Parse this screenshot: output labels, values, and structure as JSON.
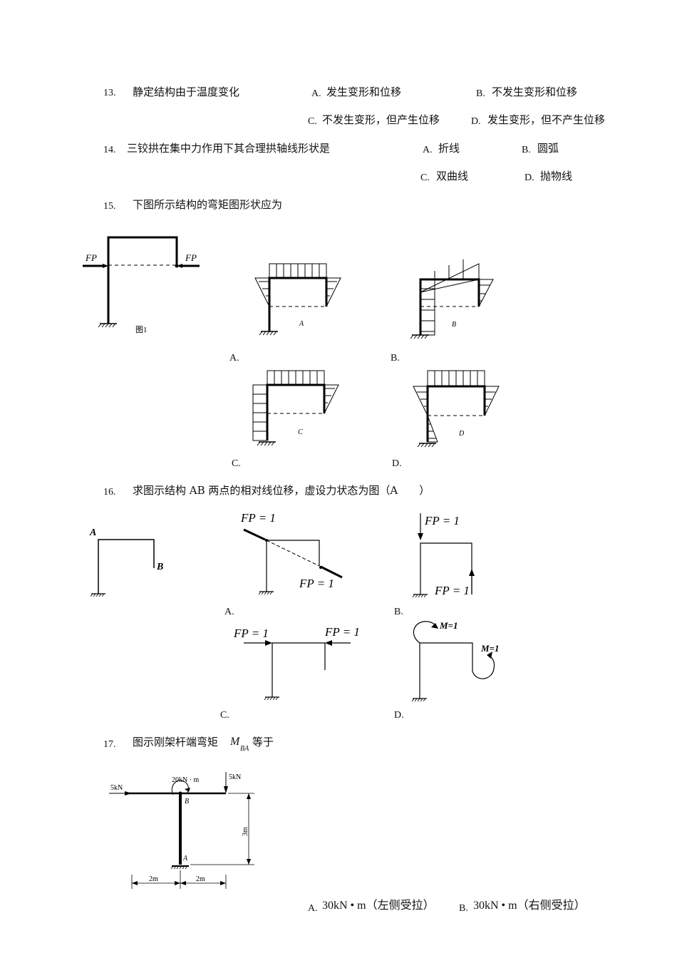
{
  "q13": {
    "number": "13.",
    "stem": "静定结构由于温度变化",
    "options": [
      {
        "letter": "A.",
        "text": "发生变形和位移"
      },
      {
        "letter": "B.",
        "text": "不发生变形和位移"
      },
      {
        "letter": "C.",
        "text": "不发生变形，但产生位移"
      },
      {
        "letter": "D.",
        "text": "发生变形，但不产生位移"
      }
    ]
  },
  "q14": {
    "number": "14.",
    "stem": "三铰拱在集中力作用下其合理拱轴线形状是",
    "options": [
      {
        "letter": "A.",
        "text": "折线"
      },
      {
        "letter": "B.",
        "text": "圆弧"
      },
      {
        "letter": "C.",
        "text": "双曲线"
      },
      {
        "letter": "D.",
        "text": "抛物线"
      }
    ]
  },
  "q15": {
    "number": "15.",
    "stem": "下图所示结构的弯矩图形状应为",
    "figure_caption": "图1",
    "force_label": "FP",
    "diagram_letters": [
      "A",
      "B",
      "C",
      "D"
    ],
    "option_labels": [
      "A.",
      "B.",
      "C.",
      "D."
    ]
  },
  "q16": {
    "number": "16.",
    "stem": "求图示结构 AB 两点的相对线位移，虚设力状态为图（A　　）",
    "point_a": "A",
    "point_b": "B",
    "fp_eq": "FP = 1",
    "m_eq": "M=1",
    "option_labels": [
      "A.",
      "B.",
      "C.",
      "D."
    ]
  },
  "q17": {
    "number": "17.",
    "stem_prefix": "图示刚架杆端弯矩",
    "moment_symbol": "M",
    "moment_sub": "BA",
    "stem_suffix": "等于",
    "load_left": "5kN",
    "load_right": "5kN",
    "moment_load": "20kN · m",
    "point_b": "B",
    "point_a": "A",
    "dim_height": "3m",
    "dim_left": "2m",
    "dim_right": "2m",
    "options": [
      {
        "letter": "A.",
        "text": "30kN • m（左侧受拉）"
      },
      {
        "letter": "B.",
        "text": "30kN • m（右侧受拉）"
      }
    ]
  }
}
